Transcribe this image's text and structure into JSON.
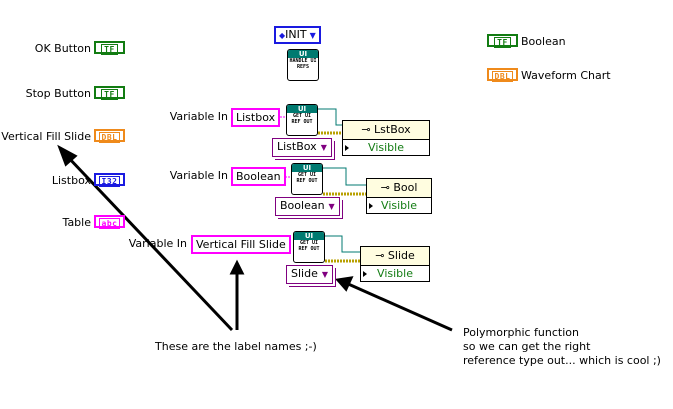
{
  "controls": [
    {
      "label": "OK Button",
      "terminal": "TF",
      "type": "boolean"
    },
    {
      "label": "Stop Button",
      "terminal": "TF",
      "type": "boolean"
    },
    {
      "label": "Vertical Fill Slide",
      "terminal": "DBL",
      "type": "double"
    },
    {
      "label": "Listbox",
      "terminal": "I32",
      "type": "i32"
    },
    {
      "label": "Table",
      "terminal": "abc",
      "type": "string"
    }
  ],
  "legend": [
    {
      "label": "Boolean",
      "terminal": "TF"
    },
    {
      "label": "Waveform Chart",
      "terminal": "DBL"
    }
  ],
  "init": {
    "enum_value": "INIT",
    "subvi_header": "UI",
    "subvi_text": "HANDLE UI REFS"
  },
  "blocks": [
    {
      "variable_label": "Variable In",
      "input": "Listbox",
      "subvi_header": "UI",
      "subvi_text": "GET UI REF OUT",
      "ring": "ListBox",
      "property_node": "LstBox",
      "property": "Visible"
    },
    {
      "variable_label": "Variable In",
      "input": "Boolean",
      "subvi_header": "UI",
      "subvi_text": "GET UI REF OUT",
      "ring": "Boolean",
      "property_node": "Bool",
      "property": "Visible"
    },
    {
      "variable_label": "Variable In",
      "input": "Vertical Fill Slide",
      "subvi_header": "UI",
      "subvi_text": "GET UI REF OUT",
      "ring": "Slide",
      "property_node": "Slide",
      "property": "Visible"
    }
  ],
  "notes": {
    "label_names": "These are the label names ;-)",
    "polymorphic": [
      "Polymorphic function",
      "so we can get the right",
      "reference type out... which is cool ;)"
    ]
  },
  "colors": {
    "boolean": "#127c12",
    "double": "#ef8a1b",
    "i32": "#1a1ae0",
    "string": "#ff00ff",
    "refnum": "#007a70",
    "ring": "#800080"
  }
}
